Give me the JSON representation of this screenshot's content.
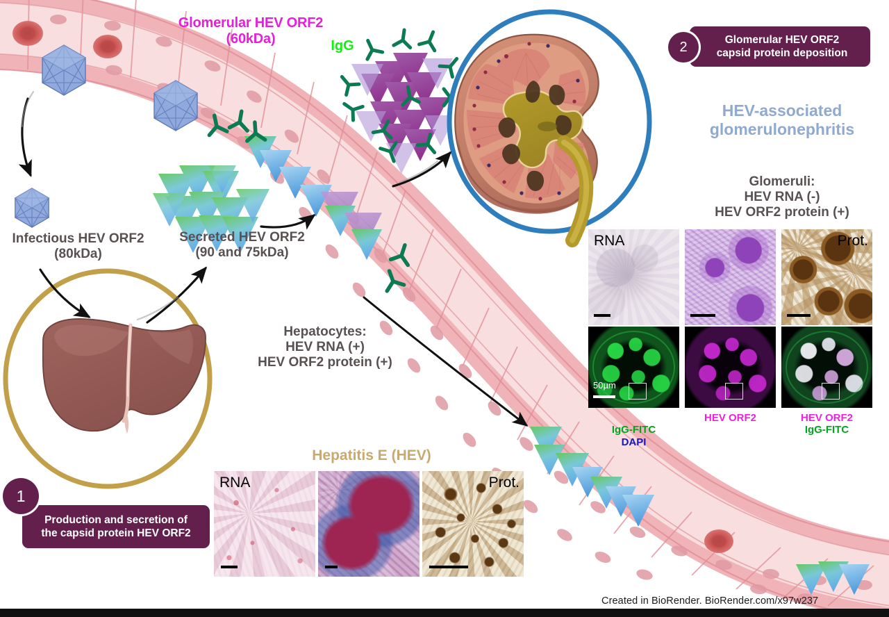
{
  "figure": {
    "title_glomerular": "Glomerular HEV ORF2\n(60kDa)",
    "igg_label": "IgG",
    "infectious_label": "Infectious HEV ORF2\n(80kDa)",
    "secreted_label": "Secreted HEV ORF2\n(90 and 75kDa)",
    "hepatocytes_label": "Hepatocytes:\nHEV RNA (+)\nHEV ORF2 protein (+)",
    "glomeruli_label": "Glomeruli:\nHEV RNA (-)\nHEV ORF2 protein (+)",
    "disease_heading": "HEV-associated\nglomerulonephritis",
    "hepatitis_heading": "Hepatitis E (HEV)",
    "credit": "Created in BioRender. BioRender.com/x97w237"
  },
  "steps": [
    {
      "number": "1",
      "text": "Production and secretion of\nthe capsid protein HEV ORF2"
    },
    {
      "number": "2",
      "text": "Glomerular HEV ORF2\ncapsid protein deposition"
    }
  ],
  "kidney_panels": {
    "top_row": [
      {
        "tag": "RNA",
        "tag_side": "left",
        "scalebar": true
      },
      {
        "tag": "",
        "tag_side": "left",
        "scalebar": true
      },
      {
        "tag": "Prot.",
        "tag_side": "right",
        "scalebar": true
      }
    ],
    "bottom_row": [
      {
        "scale_label": "50µm",
        "caption": "IgG-FITC\nDAPI"
      },
      {
        "scale_label": "",
        "caption": "HEV ORF2"
      },
      {
        "scale_label": "",
        "caption": "HEV ORF2\nIgG-FITC"
      }
    ],
    "caption_colors": [
      "#00A520",
      "#EE22DD",
      "#EE22DD"
    ]
  },
  "liver_panels": [
    {
      "tag": "RNA",
      "tag_side": "left"
    },
    {
      "tag": "",
      "tag_side": "left"
    },
    {
      "tag": "Prot.",
      "tag_side": "right"
    }
  ],
  "colors": {
    "magenta": "#E81FD8",
    "igg_green": "#12F012",
    "gray_text": "#595151",
    "badge_purple": "#63204C",
    "disease_blue": "#8FA9D0",
    "hepatitis_gold": "#C8A96E",
    "kidney_circle_blue": "#2E7EBE",
    "liver_circle_gold": "#C2A049",
    "vessel_pink": "#F4C2C5",
    "vessel_lumen": "#F7DCDC",
    "virion_blue": "#8CA8DC",
    "rbc_red": "#D4605F",
    "triangle_green": "#5CC05A",
    "triangle_blue": "#6FB4E8",
    "triangle_purple": "#9B3F96",
    "antibody_green": "#0C7A52"
  }
}
